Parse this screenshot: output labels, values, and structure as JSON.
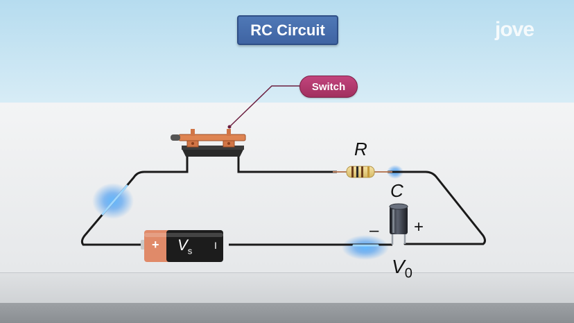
{
  "title": "RC Circuit",
  "brand": "jove",
  "callout": "Switch",
  "labels": {
    "resistor": "R",
    "capacitor": "C",
    "battery_plus": "+",
    "battery_minus": "I",
    "battery_symbol": "V",
    "battery_subscript": "s",
    "cap_minus": "–",
    "cap_plus": "+",
    "output_symbol": "V",
    "output_subscript": "0"
  },
  "colors": {
    "title_bg": "#4470ad",
    "callout_bg": "#b23b6e",
    "wire": "#1a1a1a",
    "glow": "#3ea0ff",
    "battery_copper": "#e0896a",
    "battery_body": "#1c1c1c",
    "switch_copper": "#d97a4c",
    "capacitor_body": "#2a2d33"
  }
}
